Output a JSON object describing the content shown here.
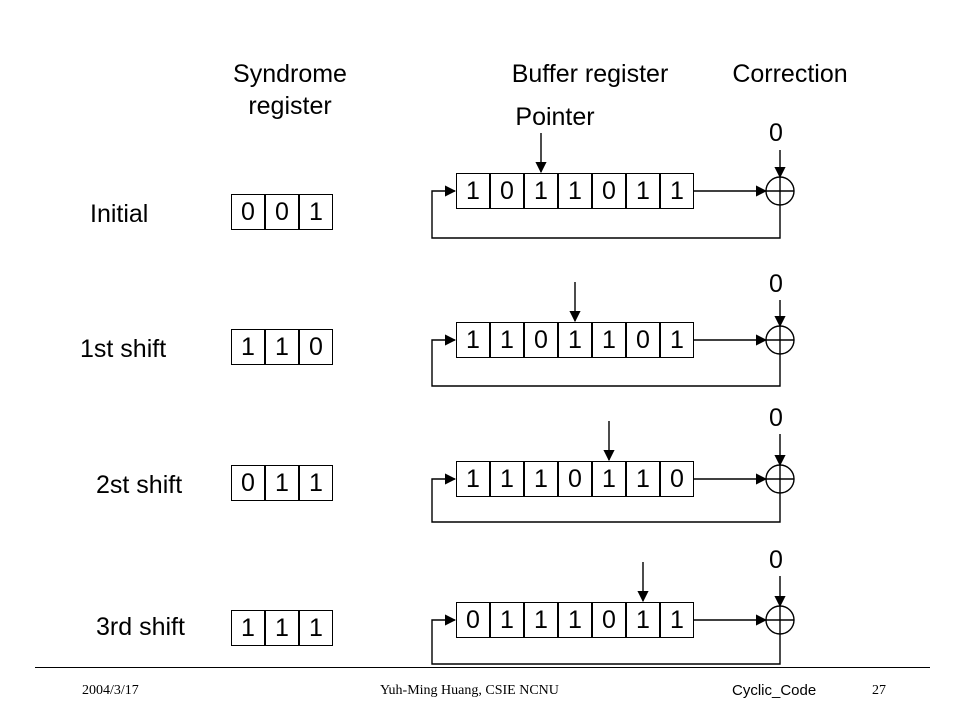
{
  "headers": {
    "syndrome_line1": "Syndrome",
    "syndrome_line2": "register",
    "buffer": "Buffer register",
    "correction": "Correction",
    "pointer": "Pointer"
  },
  "rows": [
    {
      "label": "Initial",
      "syndrome": [
        "0",
        "0",
        "1"
      ],
      "buffer": [
        "1",
        "0",
        "1",
        "1",
        "0",
        "1",
        "1"
      ],
      "pointer_index": 2,
      "correction": "0"
    },
    {
      "label": "1st shift",
      "syndrome": [
        "1",
        "1",
        "0"
      ],
      "buffer": [
        "1",
        "1",
        "0",
        "1",
        "1",
        "0",
        "1"
      ],
      "pointer_index": 3,
      "correction": "0"
    },
    {
      "label": "2st shift",
      "syndrome": [
        "0",
        "1",
        "1"
      ],
      "buffer": [
        "1",
        "1",
        "1",
        "0",
        "1",
        "1",
        "0"
      ],
      "pointer_index": 4,
      "correction": "0"
    },
    {
      "label": "3rd shift",
      "syndrome": [
        "1",
        "1",
        "1"
      ],
      "buffer": [
        "0",
        "1",
        "1",
        "1",
        "0",
        "1",
        "1"
      ],
      "pointer_index": 5,
      "correction": "0"
    }
  ],
  "footer": {
    "date": "2004/3/17",
    "author": "Yuh-Ming Huang, CSIE NCNU",
    "topic": "Cyclic_Code",
    "page": "27"
  }
}
